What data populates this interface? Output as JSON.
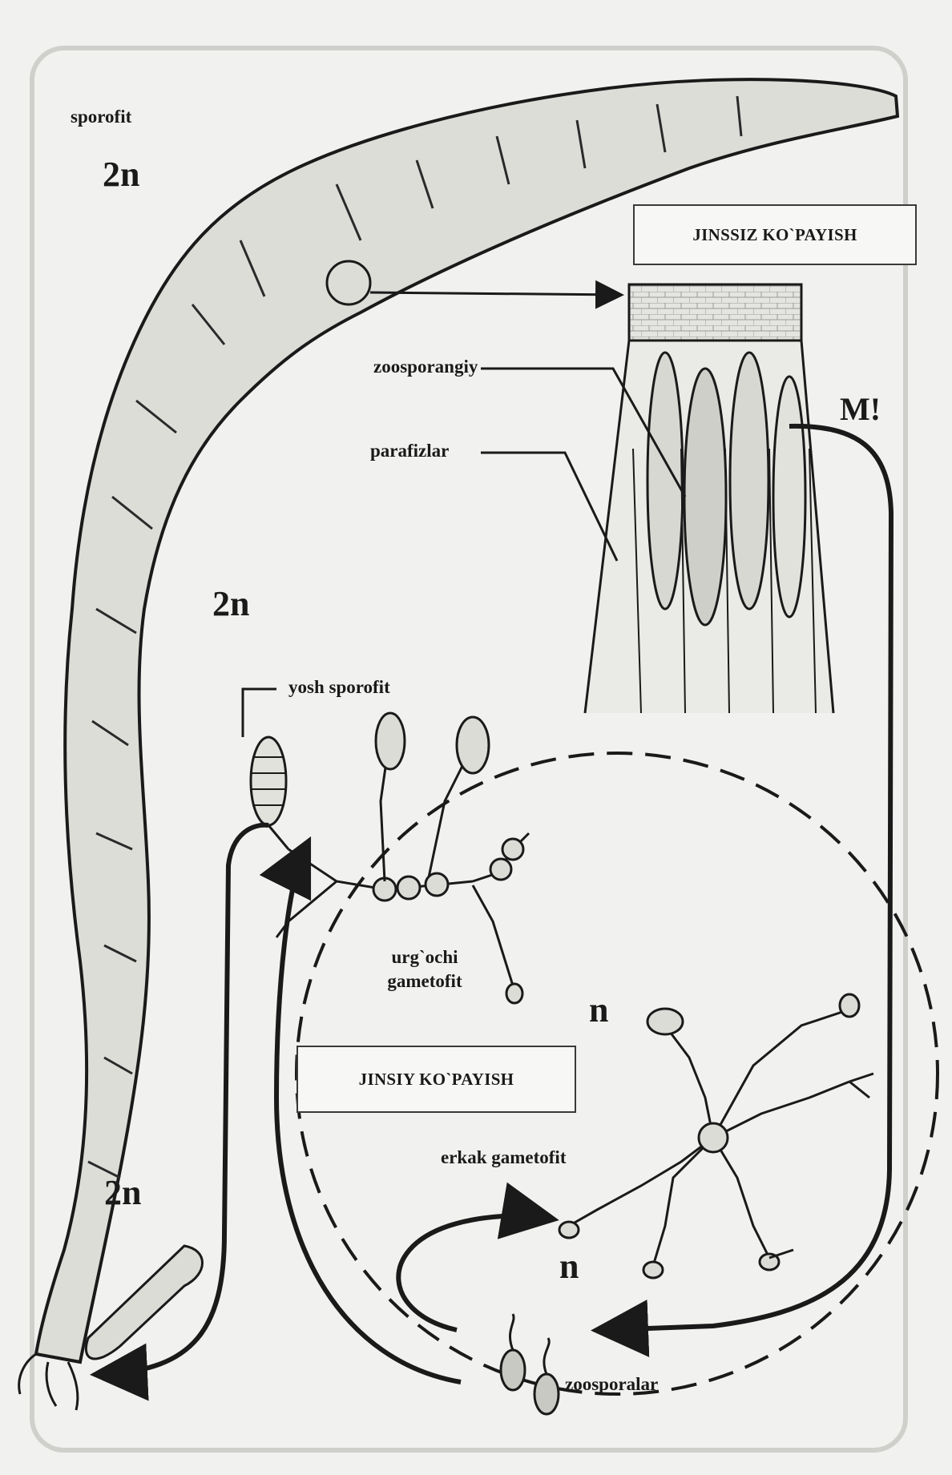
{
  "labels": {
    "sporofit": "sporofit",
    "ploidy_top": "2n",
    "ploidy_middle": "2n",
    "ploidy_bottom": "2n",
    "zoosporangiy": "zoosporangiy",
    "parafizlar": "parafizlar",
    "meiosis": "M!",
    "yosh_sporofit": "yosh sporofit",
    "urgochi_line1": "urg`ochi",
    "urgochi_line2": "gametofit",
    "haploid_upper": "n",
    "haploid_lower": "n",
    "erkak_gametofit": "erkak gametofit",
    "zoosporalar": "zoosporalar"
  },
  "boxes": {
    "asexual": "JINSSIZ KO`PAYISH",
    "sexual": "JINSIY KO`PAYISH"
  }
}
